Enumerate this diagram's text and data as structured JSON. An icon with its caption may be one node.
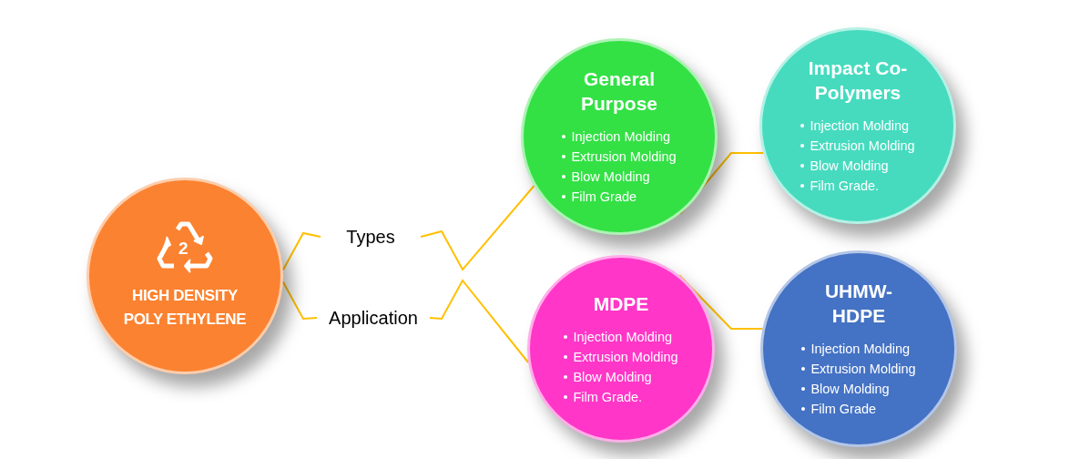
{
  "diagram": {
    "nodes": [
      {
        "text": [
          "HIGH DENSITY POLY ETHYLENE"
        ]
      },
      {
        "text": [
          "Types"
        ]
      },
      {
        "text": [
          "Application"
        ]
      },
      {
        "text": [
          "General Purpose",
          "Injection Molding",
          "Extrusion Molding",
          "Blow Molding",
          "Film Grade"
        ]
      },
      {
        "text": [
          "MDPE",
          "Injection Molding",
          "Extrusion Molding",
          "Blow Molding",
          "Film Grade."
        ]
      },
      {
        "text": [
          "Impact Co-Polymers",
          "Injection Molding",
          "Extrusion Molding",
          "Blow Molding",
          "Film Grade."
        ]
      },
      {
        "text": [
          "UHMW-HDPE",
          "Injection Molding",
          "Extrusion Molding",
          "Blow Molding",
          "Film Grade"
        ]
      }
    ],
    "edges": [
      {
        "from": 0,
        "to": 1,
        "arrow": "none"
      },
      {
        "from": 0,
        "to": 2,
        "arrow": "none"
      },
      {
        "from": 1,
        "to": 3,
        "arrow": "none"
      },
      {
        "from": 2,
        "to": 4,
        "arrow": "none"
      },
      {
        "from": 3,
        "to": 5,
        "arrow": "none"
      },
      {
        "from": 4,
        "to": 6,
        "arrow": "none"
      }
    ],
    "labels": [
      "2"
    ]
  }
}
